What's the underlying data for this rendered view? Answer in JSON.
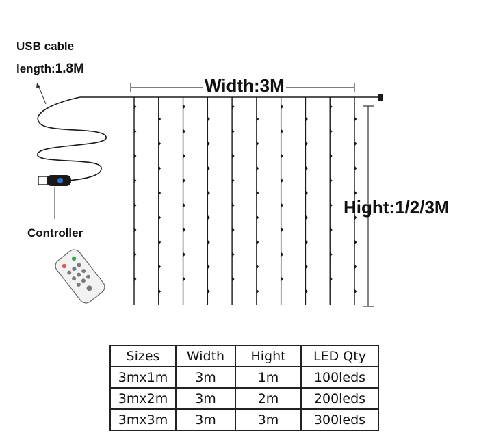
{
  "labels": {
    "usb_line1": "USB cable",
    "usb_line2_prefix": "length:",
    "usb_line2_value": "1.8M",
    "controller": "Controller",
    "width": "Width:3M",
    "height": "Hight:1/2/3M"
  },
  "curtain": {
    "strand_count": 10
  },
  "table": {
    "headers": [
      "Sizes",
      "Width",
      "Hight",
      "LED Qty"
    ],
    "rows": [
      [
        "3mx1m",
        "3m",
        "1m",
        "100leds"
      ],
      [
        "3mx2m",
        "3m",
        "2m",
        "200leds"
      ],
      [
        "3mx3m",
        "3m",
        "3m",
        "300leds"
      ]
    ]
  },
  "colors": {
    "line": "#1a1a1a",
    "usb_plug": "#1a1a1a",
    "usb_accent": "#2e6fd1",
    "remote_body": "#f2f2f2",
    "remote_buttons": "#7a7a7a"
  }
}
